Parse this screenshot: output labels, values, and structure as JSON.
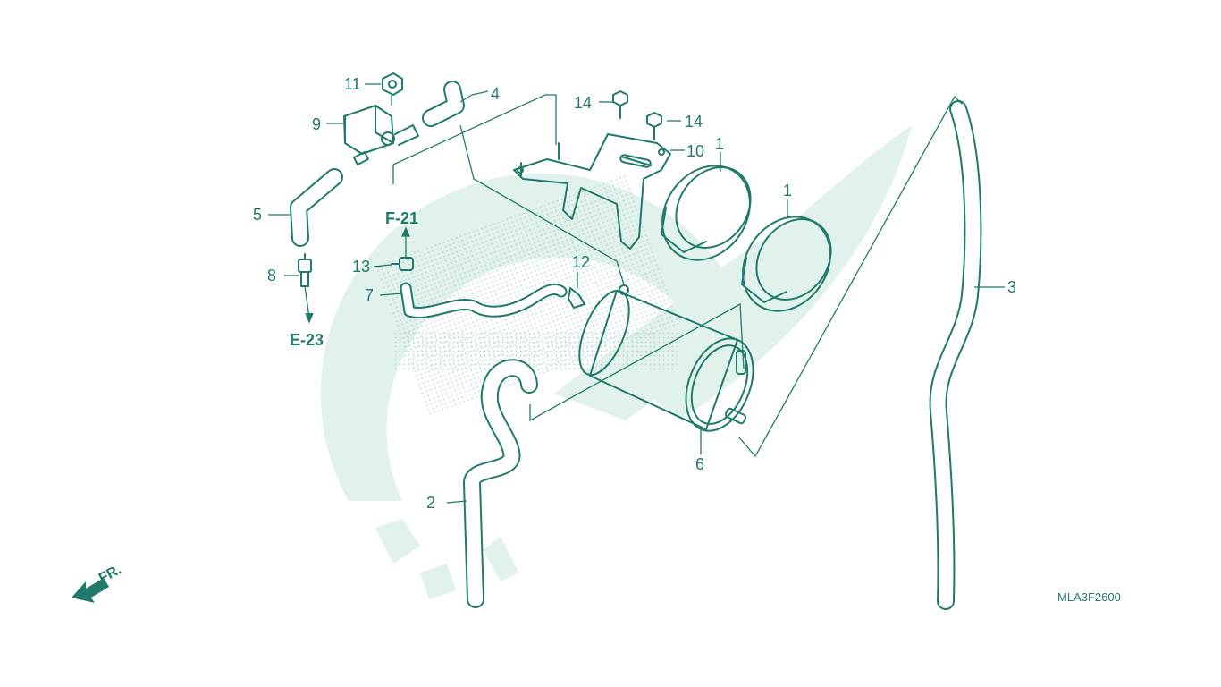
{
  "diagram": {
    "drawing_code": "MLA3F2600",
    "direction_label": "FR.",
    "references": [
      {
        "id": "ref-f21",
        "text": "F-21"
      },
      {
        "id": "ref-e23",
        "text": "E-23"
      }
    ],
    "callouts": [
      {
        "id": "c1a",
        "number": "1"
      },
      {
        "id": "c1b",
        "number": "1"
      },
      {
        "id": "c2",
        "number": "2"
      },
      {
        "id": "c3",
        "number": "3"
      },
      {
        "id": "c4",
        "number": "4"
      },
      {
        "id": "c5",
        "number": "5"
      },
      {
        "id": "c6",
        "number": "6"
      },
      {
        "id": "c7",
        "number": "7"
      },
      {
        "id": "c8",
        "number": "8"
      },
      {
        "id": "c9",
        "number": "9"
      },
      {
        "id": "c10",
        "number": "10"
      },
      {
        "id": "c11",
        "number": "11"
      },
      {
        "id": "c12",
        "number": "12"
      },
      {
        "id": "c13",
        "number": "13"
      },
      {
        "id": "c14a",
        "number": "14"
      },
      {
        "id": "c14b",
        "number": "14"
      }
    ],
    "colors": {
      "line": "#1f7a6a",
      "watermark": "#e1f1ec",
      "background": "#ffffff"
    }
  }
}
